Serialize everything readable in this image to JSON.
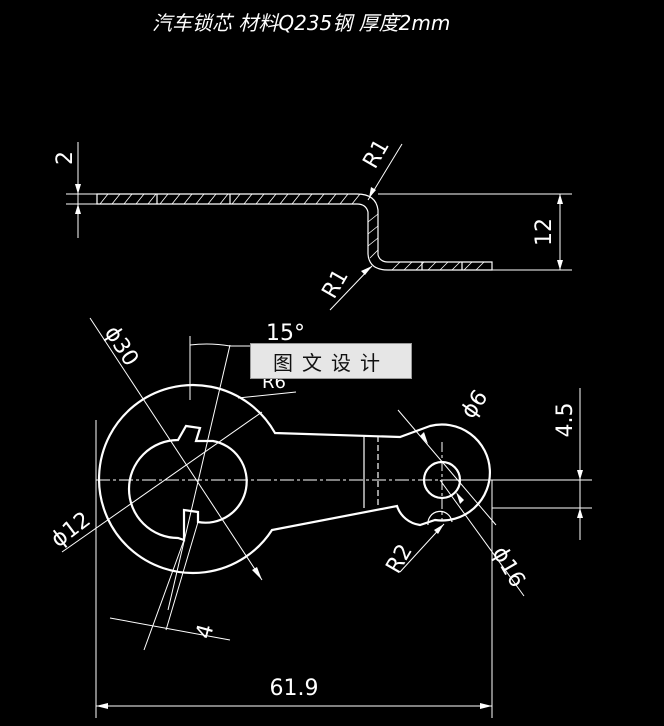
{
  "title": "汽车锁芯  材料Q235钢  厚度2mm",
  "watermark": "图文设计",
  "dims": {
    "thickness": "2",
    "bend_radius_top": "R1",
    "bend_radius_bottom": "R1",
    "height": "12",
    "big_diameter": "ϕ30",
    "angle": "15°",
    "hidden_label": "R6",
    "small_hole_diameter": "ϕ6",
    "offset": "4.5",
    "hub_diameter": "ϕ12",
    "notch_radius": "R2",
    "small_outer_diameter": "ϕ16",
    "key_width": "4",
    "length": "61.9"
  }
}
